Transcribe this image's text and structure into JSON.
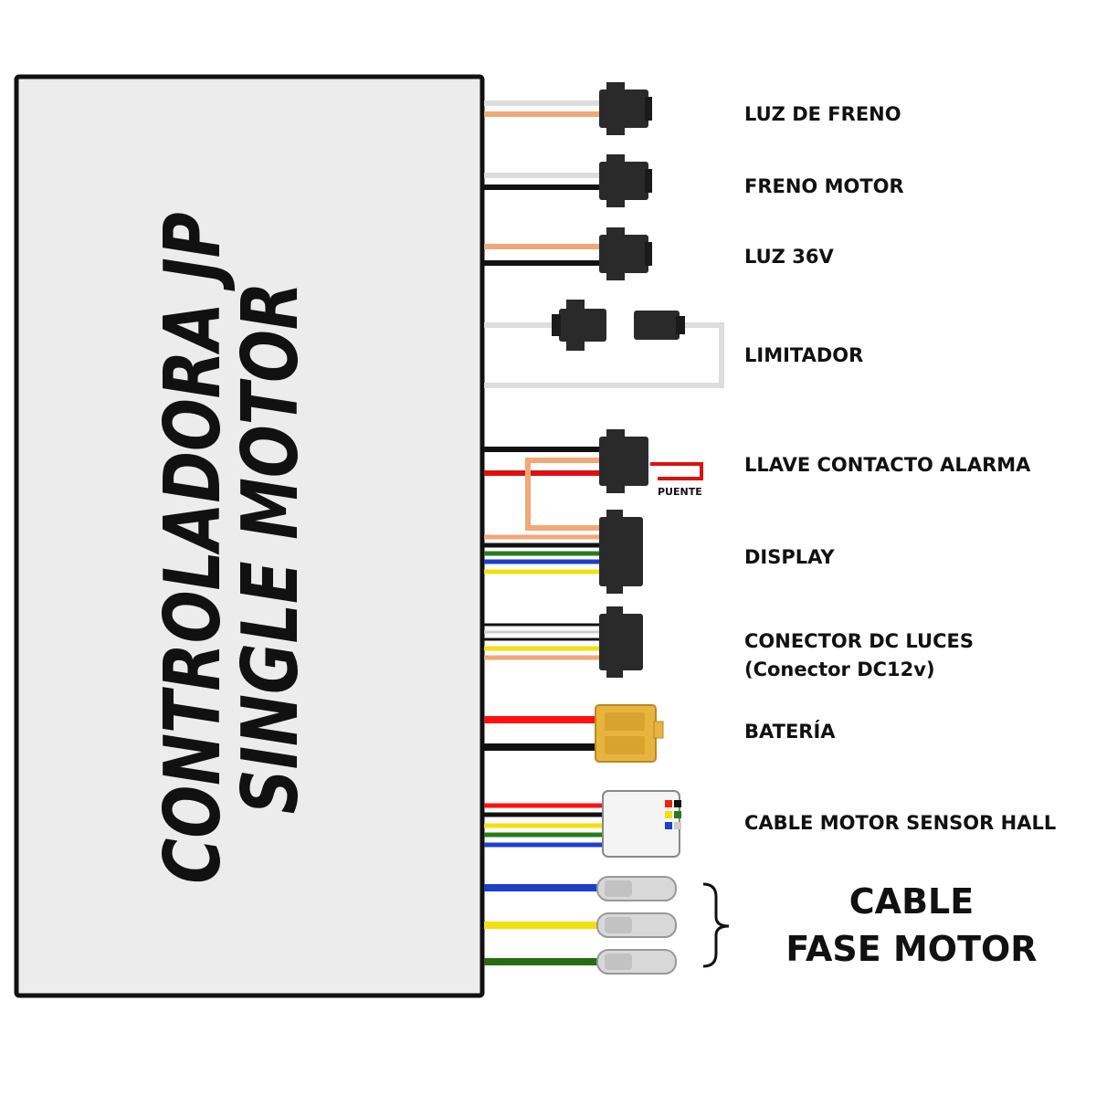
{
  "controller": {
    "title_line1": "CONTROLADORA JP",
    "title_line2": "SINGLE MOTOR"
  },
  "connectors": [
    {
      "id": "brake-light",
      "label": "LUZ DE FRENO",
      "wires": [
        "#dddddd",
        "#f0a878"
      ],
      "connector": "2-pin-black"
    },
    {
      "id": "motor-brake",
      "label": "FRENO MOTOR",
      "wires": [
        "#dddddd",
        "#111111"
      ],
      "connector": "2-pin-black"
    },
    {
      "id": "light-36v",
      "label": "LUZ 36V",
      "wires": [
        "#f0a878",
        "#111111"
      ],
      "connector": "2-pin-black"
    },
    {
      "id": "limiter",
      "label": "LIMITADOR",
      "wires": [
        "#dddddd"
      ],
      "connector": "2-pin-black-pair"
    },
    {
      "id": "key-alarm",
      "label": "LLAVE CONTACTO ALARMA",
      "wires": [
        "#111111",
        "#dd1111",
        "#f0a878"
      ],
      "connector": "3-pin-black",
      "bridge_label": "PUENTE"
    },
    {
      "id": "display",
      "label": "DISPLAY",
      "wires": [
        "#f0a878",
        "#111111",
        "#2a7a1a",
        "#1d3fcc",
        "#f2e010"
      ],
      "connector": "5-pin-black"
    },
    {
      "id": "dc-lights",
      "label": "CONECTOR DC LUCES",
      "label_line2": "(Conector DC12v)",
      "wires": [
        "#111111",
        "#ffffff",
        "#111111",
        "#f2e010",
        "#f0a878"
      ],
      "connector": "5-pin-black"
    },
    {
      "id": "battery",
      "label": "BATERÍA",
      "wires": [
        "#ff1111",
        "#111111"
      ],
      "connector": "xt60-yellow"
    },
    {
      "id": "hall",
      "label": "CABLE MOTOR SENSOR HALL",
      "wires": [
        "#ff1111",
        "#111111",
        "#f2e010",
        "#2a7a1a",
        "#1d3fcc"
      ],
      "connector": "6-pin-white"
    }
  ],
  "phase_cables": {
    "label_line1": "CABLE",
    "label_line2": "FASE MOTOR",
    "wires": [
      {
        "color": "#1d3fcc",
        "terminal": "bullet-female"
      },
      {
        "color": "#f2e010",
        "terminal": "bullet-female"
      },
      {
        "color": "#2a6a14",
        "terminal": "bullet-female"
      }
    ]
  },
  "colors": {
    "controller_fill": "#ececec",
    "controller_border": "#111111",
    "connector_black": "#2a2a2a",
    "xt60_yellow": "#e8b440",
    "hall_white": "#f4f4f4"
  }
}
